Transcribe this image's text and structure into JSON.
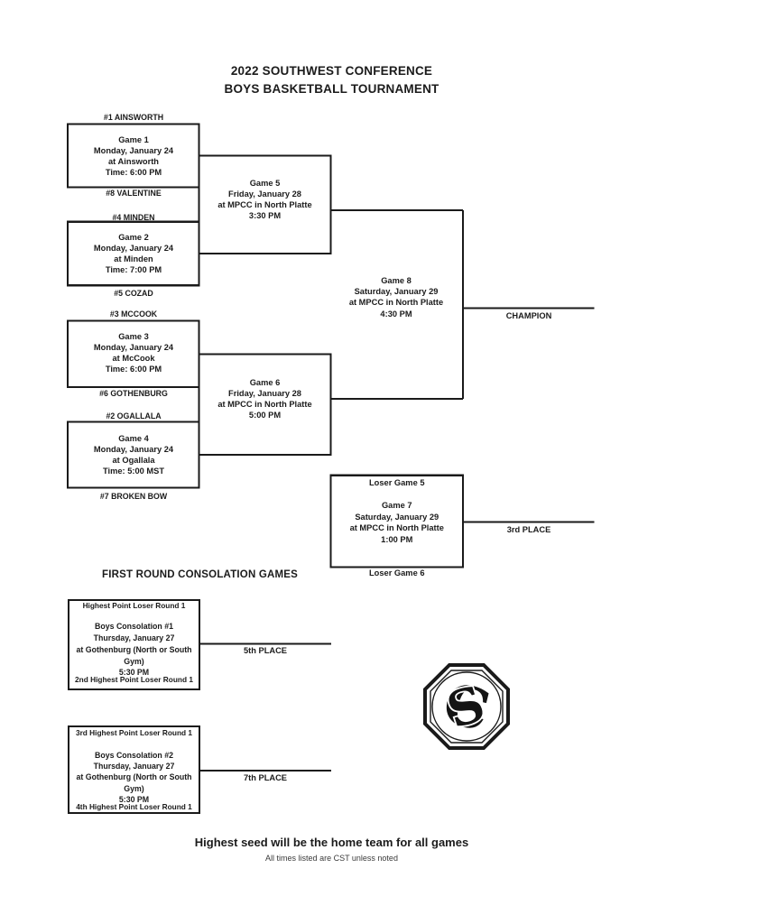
{
  "page": {
    "title_line1": "2022 SOUTHWEST CONFERENCE",
    "title_line2": "BOYS BASKETBALL TOURNAMENT",
    "footer_bold": "Highest seed will be the home team for all games",
    "footer_note": "All times listed are CST unless noted"
  },
  "bracket": {
    "round1": [
      {
        "top_team": "#1 AINSWORTH",
        "bottom_team": "#8 VALENTINE",
        "lines": [
          "Game 1",
          "Monday, January 24",
          "at Ainsworth",
          "Time: 6:00 PM"
        ]
      },
      {
        "top_team": "#4 MINDEN",
        "bottom_team": "#5 COZAD",
        "lines": [
          "Game 2",
          "Monday, January 24",
          "at Minden",
          "Time: 7:00 PM"
        ]
      },
      {
        "top_team": "#3 MCCOOK",
        "bottom_team": "#6 GOTHENBURG",
        "lines": [
          "Game 3",
          "Monday, January 24",
          "at McCook",
          "Time: 6:00 PM"
        ]
      },
      {
        "top_team": "#2 OGALLALA",
        "bottom_team": "#7 BROKEN BOW",
        "lines": [
          "Game 4",
          "Monday, January 24",
          "at Ogallala",
          "Time: 5:00 MST"
        ]
      }
    ],
    "semifinals": [
      {
        "lines": [
          "Game 5",
          "Friday, January 28",
          "at MPCC in North Platte",
          "3:30 PM"
        ]
      },
      {
        "lines": [
          "Game 6",
          "Friday, January 28",
          "at MPCC in North Platte",
          "5:00 PM"
        ]
      }
    ],
    "championship": {
      "lines": [
        "Game 8",
        "Saturday, January 29",
        "at MPCC in North Platte",
        "4:30 PM"
      ],
      "result_label": "CHAMPION"
    },
    "third_place": {
      "top_team": "Loser Game 5",
      "bottom_team": "Loser Game 6",
      "lines": [
        "Game 7",
        "Saturday, January 29",
        "at MPCC in North Platte",
        "1:00 PM"
      ],
      "result_label": "3rd PLACE"
    }
  },
  "consolation": {
    "heading": "FIRST ROUND CONSOLATION GAMES",
    "games": [
      {
        "top_team": "Highest Point Loser Round 1",
        "bottom_team": "2nd Highest Point Loser Round 1",
        "lines": [
          "Boys Consolation #1",
          "Thursday, January 27",
          "at Gothenburg (North or South Gym)",
          "5:30 PM"
        ],
        "result_label": "5th PLACE"
      },
      {
        "top_team": "3rd Highest Point Loser Round 1",
        "bottom_team": "4th Highest Point Loser Round 1",
        "lines": [
          "Boys Consolation #2",
          "Thursday, January 27",
          "at Gothenburg (North or South Gym)",
          "5:30 PM"
        ],
        "result_label": "7th PLACE"
      }
    ]
  },
  "logo": {
    "name": "southwest-conference-octagon-logo",
    "letter_s": "S",
    "letter_c": "C"
  },
  "colors": {
    "line": "#1a1a1a",
    "text": "#1b1b1b",
    "background": "#ffffff"
  }
}
